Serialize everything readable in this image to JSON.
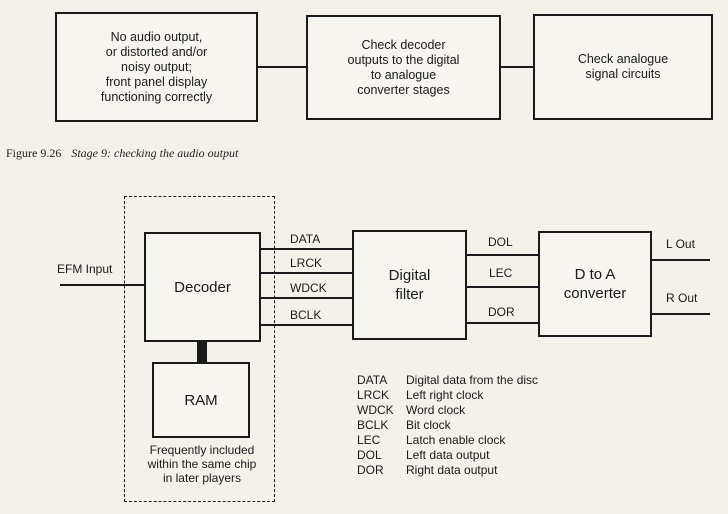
{
  "flowchart": {
    "boxes": [
      "No audio output,\nor distorted and/or\nnoisy output;\nfront panel display\nfunctioning correctly",
      "Check decoder\noutputs to the digital\nto analogue\nconverter stages",
      "Check analogue\nsignal circuits"
    ]
  },
  "caption": {
    "number": "Figure 9.26",
    "title": "Stage 9: checking the audio output"
  },
  "block_diagram": {
    "input_label": "EFM Input",
    "decoder_label": "Decoder",
    "ram_label": "RAM",
    "decoder_to_filter_signals": [
      "DATA",
      "LRCK",
      "WDCK",
      "BCLK"
    ],
    "filter_label": "Digital\nfilter",
    "filter_to_dac_signals": [
      "DOL",
      "LEC",
      "DOR"
    ],
    "dac_label": "D to A\nconverter",
    "outputs": [
      "L Out",
      "R Out"
    ],
    "ram_note": "Frequently included\nwithin the same chip\nin later players",
    "legend": [
      {
        "abbr": "DATA",
        "desc": "Digital data from the disc"
      },
      {
        "abbr": "LRCK",
        "desc": "Left right clock"
      },
      {
        "abbr": "WDCK",
        "desc": "Word clock"
      },
      {
        "abbr": "BCLK",
        "desc": "Bit clock"
      },
      {
        "abbr": "LEC",
        "desc": "Latch enable clock"
      },
      {
        "abbr": "DOL",
        "desc": "Left data output"
      },
      {
        "abbr": "DOR",
        "desc": "Right data output"
      }
    ]
  }
}
